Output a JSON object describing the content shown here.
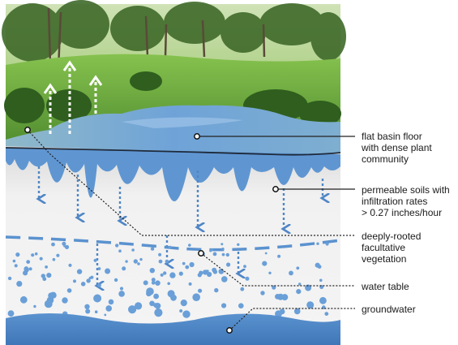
{
  "labels": {
    "basin_floor": "flat basin floor\nwith dense plant\ncommunity",
    "permeable_soils": "permeable soils with\ninfiltration rates\n> 0.27 inches/hour",
    "vegetation": "deeply-rooted\nfacultative\nvegetation",
    "water_table": "water table",
    "groundwater": "groundwater"
  },
  "colors": {
    "sky": "#d7e7c4",
    "meadow": "#7db545",
    "trees": "#3f6a2a",
    "water": "#6a9fd8",
    "soil": "#ececec",
    "groundwater": "#4f86c6",
    "leader": "#222222"
  }
}
